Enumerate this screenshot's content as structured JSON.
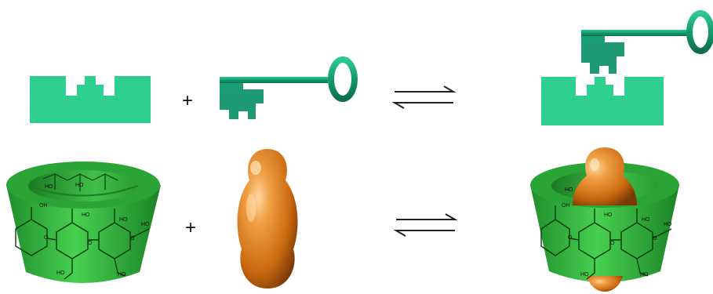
{
  "operators": {
    "plus_row1": "+",
    "plus_row2": "+"
  },
  "colors": {
    "lock_teal": "#2fcf8f",
    "key_teal": "#1e9a74",
    "cd_green": "#2bb33a",
    "guest_orange": "#d87412"
  },
  "row1": {
    "lock_icon": "lock-block-icon",
    "key_icon": "key-icon",
    "product_icon": "key-in-lock-icon"
  },
  "row2": {
    "host_icon": "cyclodextrin-cone-icon",
    "guest_icon": "peanut-guest-icon",
    "product_icon": "inclusion-complex-icon",
    "labels": {
      "ho": "HO",
      "o": "O",
      "oh": "OH"
    }
  }
}
